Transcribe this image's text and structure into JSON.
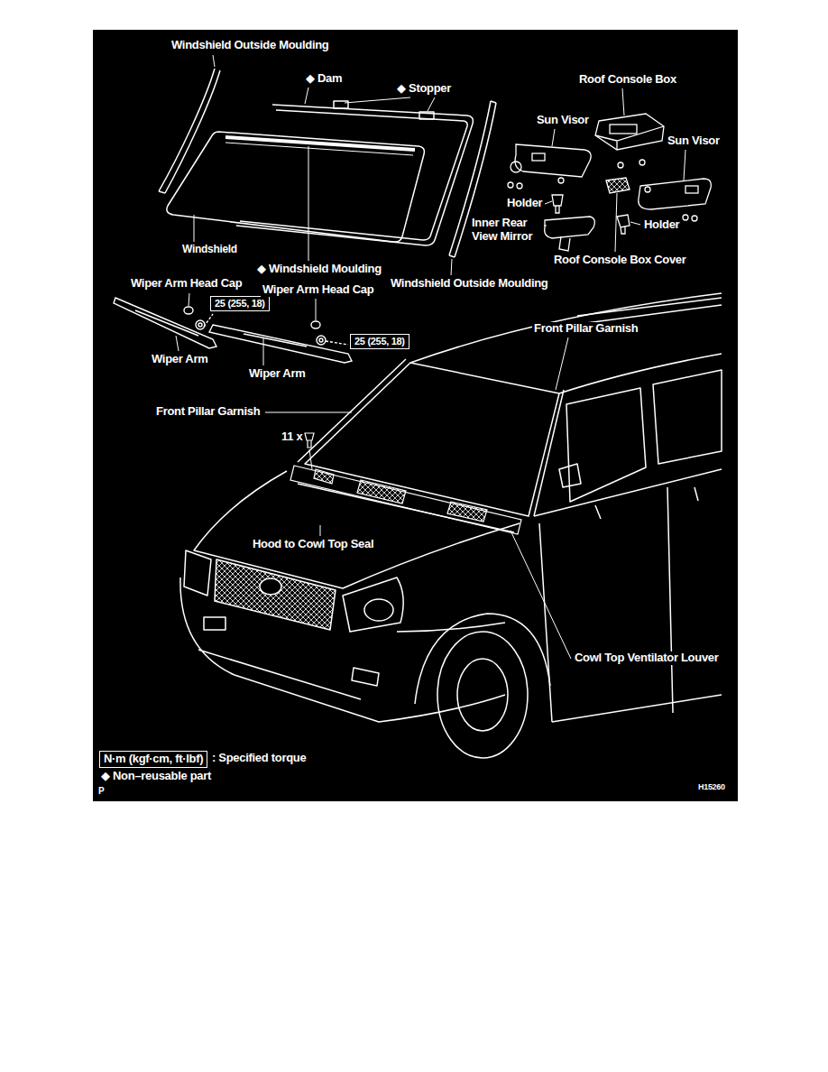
{
  "diagram": {
    "nodes": [
      {
        "text": [
          "25 (255, 18)"
        ]
      },
      {
        "text": [
          "25 (255, 18)"
        ]
      },
      {
        "text": [
          "N·m (kgf·cm, ft·lbf)"
        ]
      }
    ],
    "labels": [
      "Windshield Outside Moulding",
      "◆ Dam",
      "◆ Stopper",
      "Roof Console Box",
      "Sun Visor",
      "Sun Visor",
      "Holder",
      "Inner Rear View Mirror",
      "Holder",
      "Roof Console Box Cover",
      "Windshield",
      "◆ Windshield Moulding",
      "Wiper Arm Head Cap",
      "Wiper Arm Head Cap",
      "Windshield Outside Moulding",
      "Front Pillar Garnish",
      "Wiper Arm",
      "Wiper Arm",
      "Front Pillar Garnish",
      "11 x",
      "Hood to Cowl Top Seal",
      "Cowl Top Ventilator Louver",
      ": Specified torque",
      "◆ Non–reusable part",
      "P",
      "H15260"
    ]
  }
}
